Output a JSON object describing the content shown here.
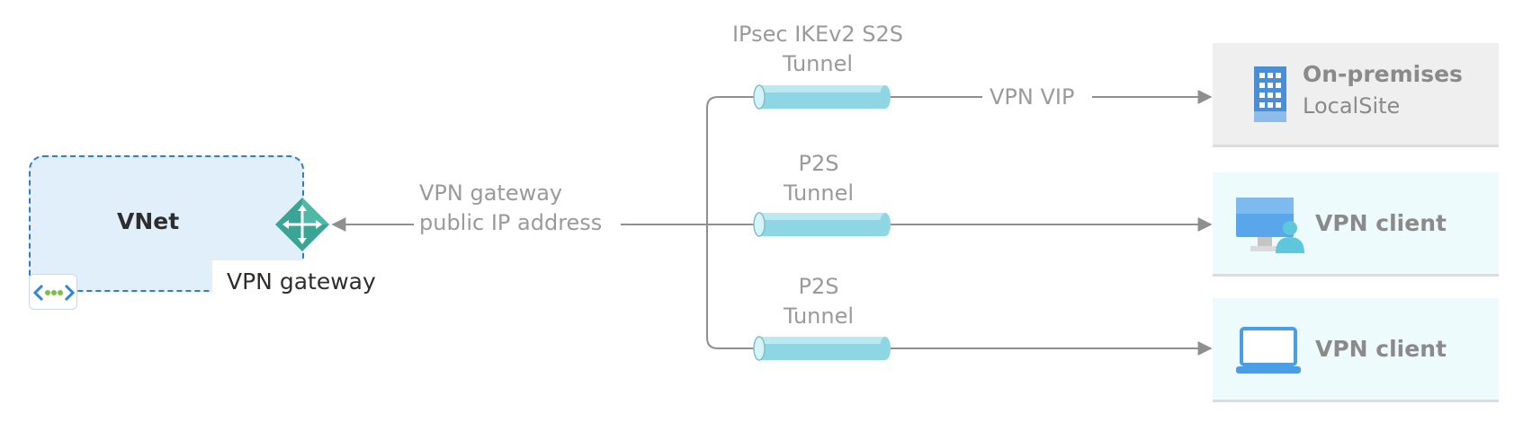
{
  "vnet": {
    "title": "VNet",
    "gateway_label": "VPN gateway"
  },
  "gateway_address_label": {
    "line1": "VPN gateway",
    "line2": "public IP address"
  },
  "tunnels": [
    {
      "line1": "IPsec IKEv2 S2S",
      "line2": "Tunnel",
      "endpoint_label": "VPN VIP"
    },
    {
      "line1": "P2S",
      "line2": "Tunnel"
    },
    {
      "line1": "P2S",
      "line2": "Tunnel"
    }
  ],
  "destinations": [
    {
      "title": "On-premises",
      "subtitle": "LocalSite",
      "icon": "building-icon"
    },
    {
      "title": "VPN client",
      "icon": "desktop-user-icon"
    },
    {
      "title": "VPN client",
      "icon": "laptop-icon"
    }
  ],
  "colors": {
    "vnet_fill": "#e1effa",
    "vnet_border": "#2f7dd1",
    "gateway_icon": "#3aa594",
    "tunnel": "#7fd0e0",
    "connector": "#8f8f8f",
    "label_gray": "#9a9a9a",
    "onprem_card": "#efefef",
    "client_card": "#eefbfd"
  }
}
